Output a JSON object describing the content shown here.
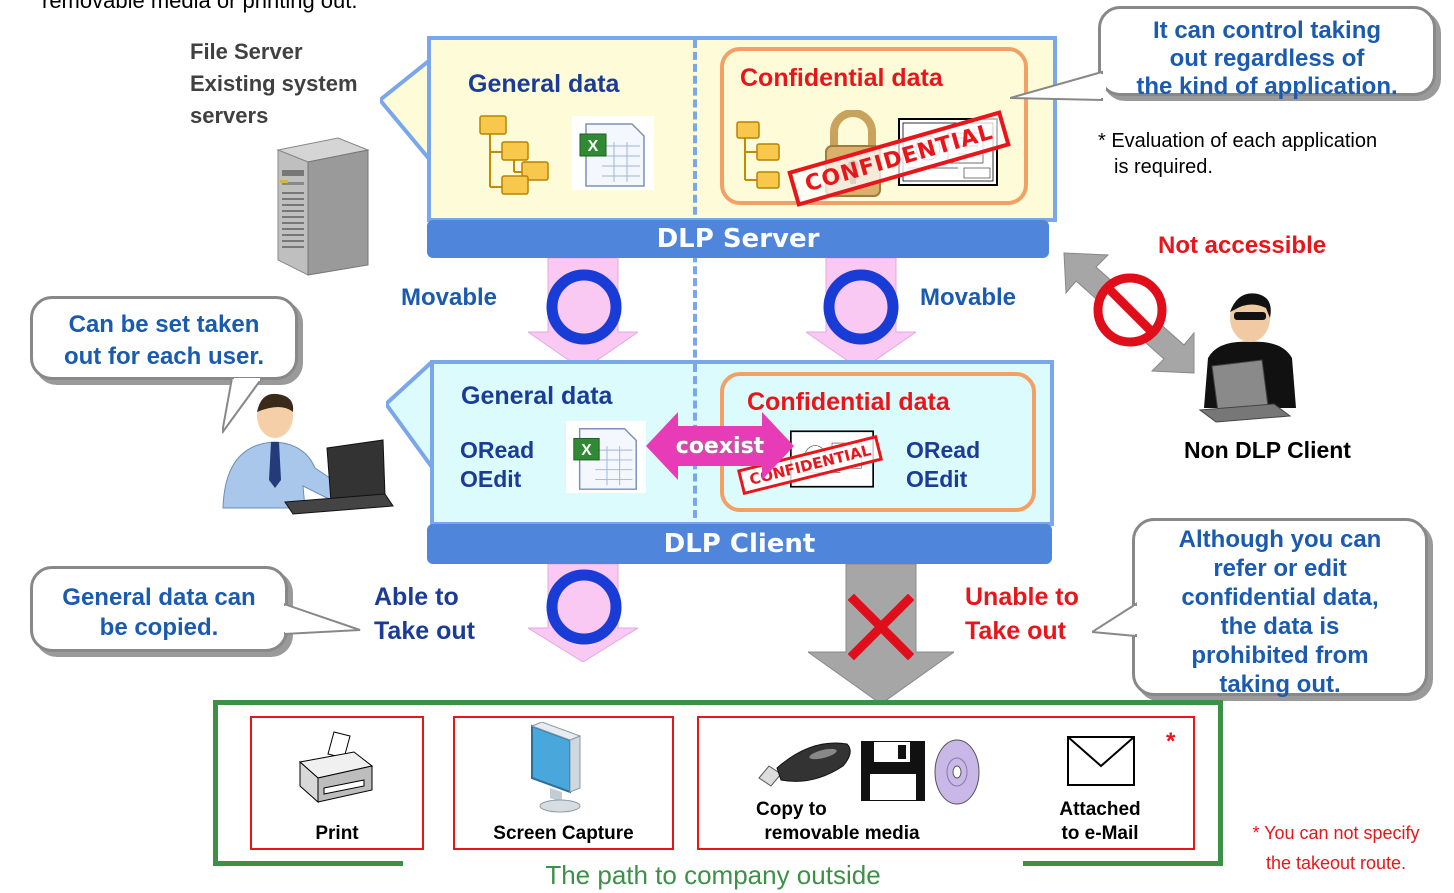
{
  "intro_text": "removable media or printing out.",
  "server_label": [
    "File Server",
    "Existing system",
    "servers"
  ],
  "server_panel": {
    "general_label": "General data",
    "confidential_label": "Confidential data",
    "stamp": "CONFIDENTIAL",
    "bar_label": "DLP Server"
  },
  "callouts": {
    "control": [
      "It can control taking",
      "out regardless of",
      "the kind of application."
    ],
    "per_user": [
      "Can be set taken",
      "out for each user."
    ],
    "copied": [
      "General data can",
      "be copied."
    ],
    "prohibited": [
      "Although you can",
      "refer or edit",
      "confidential data,",
      "the data is",
      "prohibited from",
      "taking out."
    ]
  },
  "evaluation_note": [
    "* Evaluation of each application",
    "is required."
  ],
  "not_accessible": "Not accessible",
  "non_dlp_client": "Non DLP Client",
  "movable_left": "Movable",
  "movable_right": "Movable",
  "client_panel": {
    "general_label": "General data",
    "confidential_label": "Confidential data",
    "read_label": "Read",
    "edit_label": "Edit",
    "coexist_label": "coexist",
    "stamp": "CONFIDENTIAL",
    "bar_label": "DLP Client"
  },
  "able_take_out": [
    "Able to",
    "Take out"
  ],
  "unable_take_out": [
    "Unable to",
    "Take out"
  ],
  "outputs": {
    "print": "Print",
    "screen_capture": "Screen Capture",
    "copy_media": [
      "Copy to",
      "removable media"
    ],
    "email": [
      "Attached",
      "to e-Mail"
    ],
    "asterisk": "*"
  },
  "takeout_note": [
    "* You can not specify",
    "the takeout route."
  ],
  "path_label": "The path to company outside",
  "colors": {
    "blue_text": "#1a3c96",
    "red_text": "#e8161b",
    "server_panel_bg": "#fefbd8",
    "client_panel_bg": "#dcfbfd",
    "bar": "#4f86db",
    "green_border": "#3c9146",
    "arrow_pink": "#f9c8f3",
    "circle_blue": "#1a3cd6"
  },
  "icons": [
    "server-icon",
    "folder-tree-icon",
    "excel-file-icon",
    "lock-icon",
    "drawing-icon",
    "ok-circle-icon",
    "cross-icon",
    "prohibit-icon",
    "printer-icon",
    "monitor-icon",
    "usb-icon",
    "floppy-icon",
    "cd-icon",
    "envelope-icon",
    "user-icon",
    "hacker-icon"
  ]
}
